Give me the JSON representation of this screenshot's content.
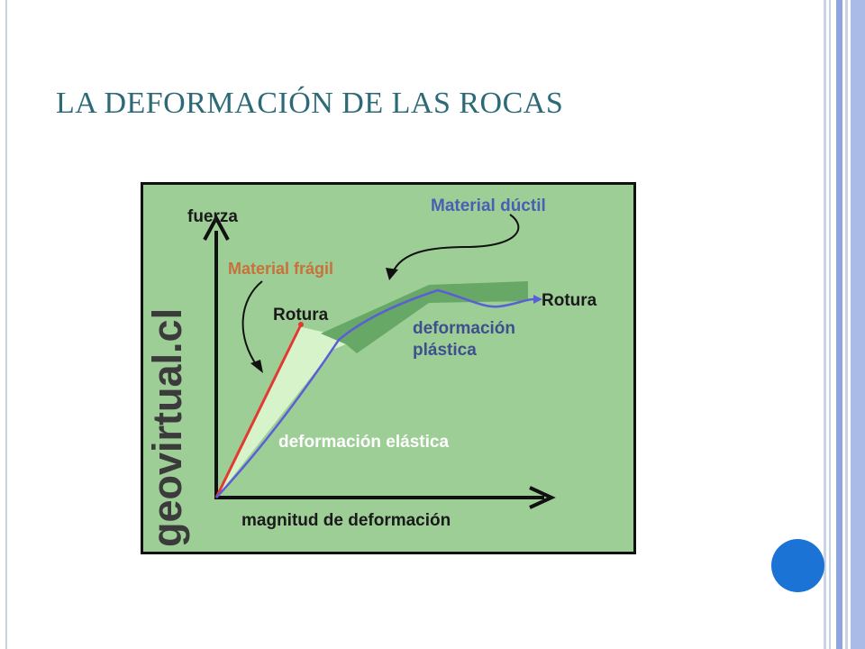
{
  "slide": {
    "title": "LA DEFORMACIÓN DE LAS ROCAS"
  },
  "colors": {
    "title": "#2c6a78",
    "accent_dot": "#1b73d6",
    "frame": "#6f8ccf",
    "frame_light": "#c9d3e6",
    "figure_bg": "#9dce96",
    "figure_border": "#111111",
    "elastic_zone": "#d7f3c9",
    "plastic_zone": "#67a866",
    "fragile_line": "#e13a33",
    "ductile_line": "#5a5fd6",
    "brittle_label": "#c7713b",
    "ductile_label": "#4a5fb4",
    "zone_label_plastic": "#3f4f8e",
    "zone_label_elastic": "#ffffff"
  },
  "diagram": {
    "watermark": "geovirtual.cl",
    "y_axis_label": "fuerza",
    "x_axis_label": "magnitud de deformación",
    "fragile_label": "Material frágil",
    "fragile_break_label": "Rotura",
    "ductile_label": "Material dúctil",
    "ductile_break_label": "Rotura",
    "plastic_zone_line1": "deformación",
    "plastic_zone_line2": "plástica",
    "elastic_zone_label": "deformación elástica"
  }
}
